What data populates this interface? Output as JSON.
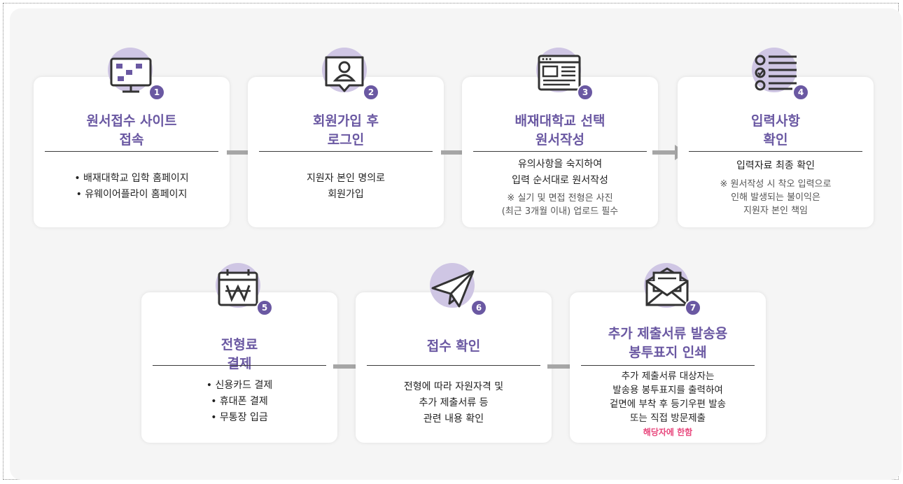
{
  "colors": {
    "accent": "#6a58a2",
    "icon_bg": "#cfc6e4",
    "arrow": "#a6a6a6",
    "highlight": "#e8467c"
  },
  "steps": [
    {
      "num": "1",
      "icon": "monitor-icon",
      "title": [
        "원서접수 사이트",
        "접속"
      ],
      "body": [
        "• 배재대학교 입학 홈페이지",
        "• 유웨이어플라이 홈페이지"
      ]
    },
    {
      "num": "2",
      "icon": "user-chat-icon",
      "title": [
        "회원가입 후",
        "로그인"
      ],
      "body": [
        "지원자 본인 명의로",
        "회원가입"
      ]
    },
    {
      "num": "3",
      "icon": "document-window-icon",
      "title": [
        "배재대학교 선택",
        "원서작성"
      ],
      "body": [
        "유의사항을 숙지하여",
        "입력 순서대로 원서작성"
      ],
      "note": [
        "※ 실기 및 면접 전형은 사진",
        "(최근 3개월 이내) 업로드 필수"
      ]
    },
    {
      "num": "4",
      "icon": "checklist-icon",
      "title": [
        "입력사항",
        "확인"
      ],
      "body": [
        "입력자료 최종 확인"
      ],
      "note": [
        "※ 원서작성 시 착오 입력으로",
        "인해 발생되는 불이익은",
        "지원자 본인 책임"
      ]
    },
    {
      "num": "5",
      "icon": "calendar-won-icon",
      "title": [
        "전형료",
        "결제"
      ],
      "body": [
        "• 신용카드 결제",
        "• 휴대폰 결제",
        "• 무통장 입금"
      ]
    },
    {
      "num": "6",
      "icon": "paper-plane-icon",
      "title": [
        "접수 확인"
      ],
      "body": [
        "전형에 따라 자원자격 및",
        "추가 제출서류 등",
        "관련 내용 확인"
      ]
    },
    {
      "num": "7",
      "icon": "envelope-icon",
      "title": [
        "추가 제출서류 발송용",
        "봉투표지 인쇄"
      ],
      "body": [
        "추가 제출서류 대상자는",
        "발송용 봉투표지를 출력하여",
        "겉면에 부착 후 등기우편 발송",
        "또는 직접 방문제출"
      ],
      "highlight": "해당자에 한함"
    }
  ]
}
